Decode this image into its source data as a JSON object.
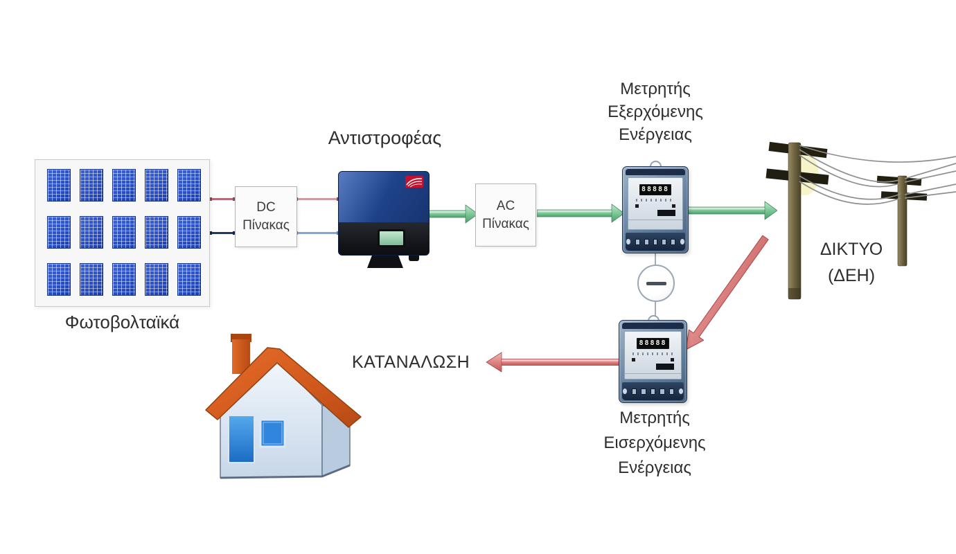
{
  "diagram": {
    "pv_label": "Φωτοβολταϊκά",
    "inverter_label": "Αντιστροφέας",
    "dc_panel": {
      "line1": "DC",
      "line2": "Πίνακας"
    },
    "ac_panel": {
      "line1": "AC",
      "line2": "Πίνακας"
    },
    "meter_export": {
      "line1": "Μετρητής",
      "line2": "Εξερχόμενης",
      "line3": "Ενέργειας",
      "display": "88888"
    },
    "meter_import": {
      "line1": "Μετρητής",
      "line2": "Εισερχόμενης",
      "line3": "Ενέργειας",
      "display": "88888"
    },
    "grid": {
      "line1": "ΔΙΚΤΥΟ",
      "line2": "(ΔΕΗ)"
    },
    "consumption_label": "ΚΑΤΑΝΑΛΩΣΗ",
    "colors": {
      "export_flow_green": "#6fbe8a",
      "import_flow_red": "#d98080",
      "dc_positive_line": "#b96a74",
      "dc_negative_line": "#1f3864",
      "ac_neutral_line_blue": "#7fa8d8",
      "pv_panel_blue": "#2e55c0",
      "roof_orange": "#d0581c"
    }
  }
}
